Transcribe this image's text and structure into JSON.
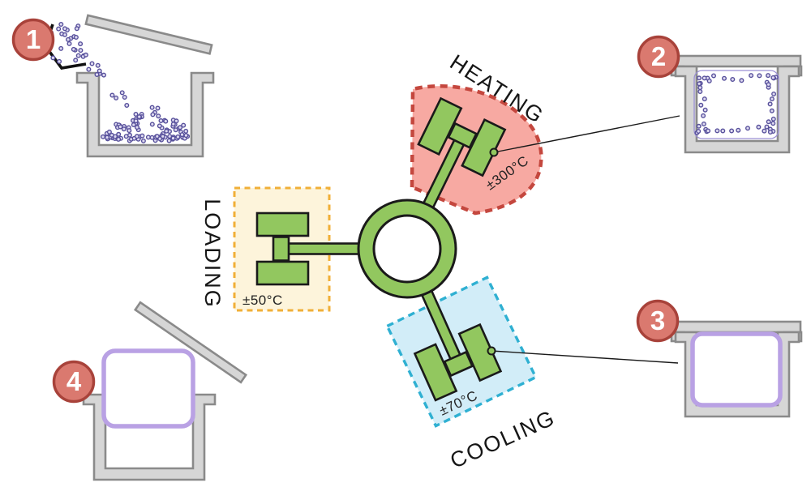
{
  "stations": {
    "heating": {
      "label": "HEATING",
      "temp": "±300°C"
    },
    "loading": {
      "label": "LOADING",
      "temp": "±50°C"
    },
    "cooling": {
      "label": "COOLING",
      "temp": "±70°C"
    }
  },
  "steps": [
    {
      "number": "1"
    },
    {
      "number": "2"
    },
    {
      "number": "3"
    },
    {
      "number": "4"
    }
  ],
  "colors": {
    "ink": "#1a1a1a",
    "green": "#92C75F",
    "heatFill": "#F7A9A2",
    "heatStroke": "#C4473E",
    "loadFill": "#FDF4DB",
    "loadStroke": "#F1AF37",
    "coolFill": "#D2EDF8",
    "coolStroke": "#2FB0D2",
    "badgeFill": "#DA796F",
    "badgeStroke": "#A8423A",
    "moldFill": "#D6D6D6",
    "moldStroke": "#8A8A8A",
    "partPurple": "#B9A1E4",
    "dotFill": "#DDD9F0",
    "dotStroke": "#57509B"
  }
}
